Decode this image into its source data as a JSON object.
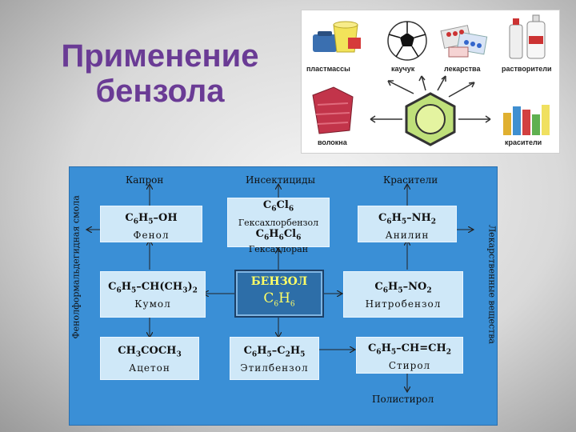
{
  "title": {
    "line1": "Применение",
    "line2": "бензола"
  },
  "applications": {
    "plastics": "пластмассы",
    "rubber": "каучук",
    "medicines": "лекарства",
    "solvents": "растворители",
    "fibers": "волокна",
    "dyes": "красители"
  },
  "scheme": {
    "top_labels": {
      "left": "Капрон",
      "center": "Инсектициды",
      "right": "Красители"
    },
    "bottom_label": "Полистирол",
    "left_side_label": "Фенолформальдегидная смола",
    "right_side_label": "Лекарственные вещества",
    "center": {
      "name": "БЕНЗОЛ",
      "formula": "C6H6"
    },
    "boxes": {
      "phenol": {
        "formula": "C6H5–OH",
        "name": "Фенол"
      },
      "hexachlor": {
        "formula1": "C6Cl6",
        "name1": "Гексахлорбензол",
        "formula2": "C6H6Cl6",
        "name2": "Гексахлоран"
      },
      "aniline": {
        "formula": "C6H5–NH2",
        "name": "Анилин"
      },
      "cumene": {
        "formula": "C6H5–CH(CH3)2",
        "name": "Кумол"
      },
      "nitrobenzene": {
        "formula": "C6H5–NO2",
        "name": "Нитробензол"
      },
      "acetone": {
        "formula": "CH3COCH3",
        "name": "Ацетон"
      },
      "ethylbenzene": {
        "formula": "C6H5–C2H5",
        "name": "Этилбензол"
      },
      "styrene": {
        "formula": "C6H5–CH=CH2",
        "name": "Стирол"
      }
    }
  },
  "colors": {
    "title": "#6a3b95",
    "scheme_bg": "#3a8fd6",
    "box_bg": "#cfe8f8",
    "center_bg": "#2d6ea8",
    "center_text": "#ffff66"
  }
}
